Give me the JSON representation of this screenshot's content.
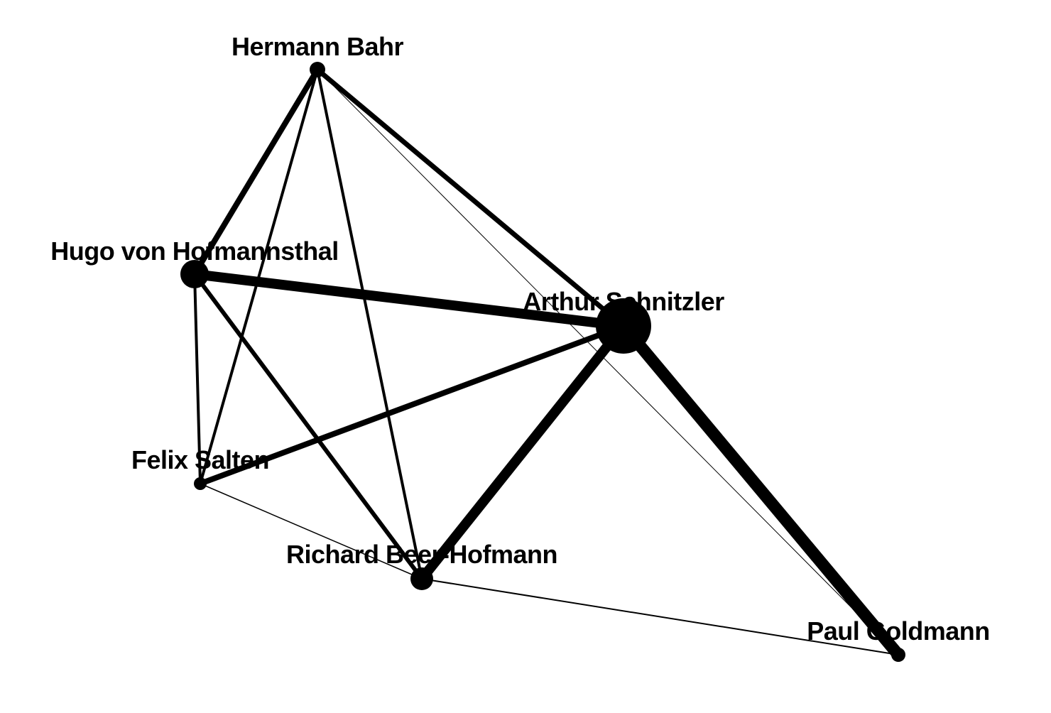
{
  "graph": {
    "nodes": [
      {
        "id": "bahr",
        "label": "Hermann Bahr"
      },
      {
        "id": "hofmannsthal",
        "label": "Hugo von Hofmannsthal"
      },
      {
        "id": "schnitzler",
        "label": "Arthur Schnitzler"
      },
      {
        "id": "salten",
        "label": "Felix Salten"
      },
      {
        "id": "beer-hofmann",
        "label": "Richard Beer-Hofmann"
      },
      {
        "id": "goldmann",
        "label": "Paul Goldmann"
      }
    ],
    "edges": [
      {
        "source": "bahr",
        "target": "hofmannsthal"
      },
      {
        "source": "bahr",
        "target": "schnitzler"
      },
      {
        "source": "bahr",
        "target": "salten"
      },
      {
        "source": "bahr",
        "target": "beer-hofmann"
      },
      {
        "source": "bahr",
        "target": "goldmann"
      },
      {
        "source": "hofmannsthal",
        "target": "schnitzler"
      },
      {
        "source": "hofmannsthal",
        "target": "salten"
      },
      {
        "source": "hofmannsthal",
        "target": "beer-hofmann"
      },
      {
        "source": "schnitzler",
        "target": "salten"
      },
      {
        "source": "schnitzler",
        "target": "beer-hofmann"
      },
      {
        "source": "schnitzler",
        "target": "goldmann"
      },
      {
        "source": "salten",
        "target": "beer-hofmann"
      },
      {
        "source": "beer-hofmann",
        "target": "goldmann"
      }
    ],
    "colors": {
      "ink": "#000000",
      "background": "#ffffff"
    }
  }
}
